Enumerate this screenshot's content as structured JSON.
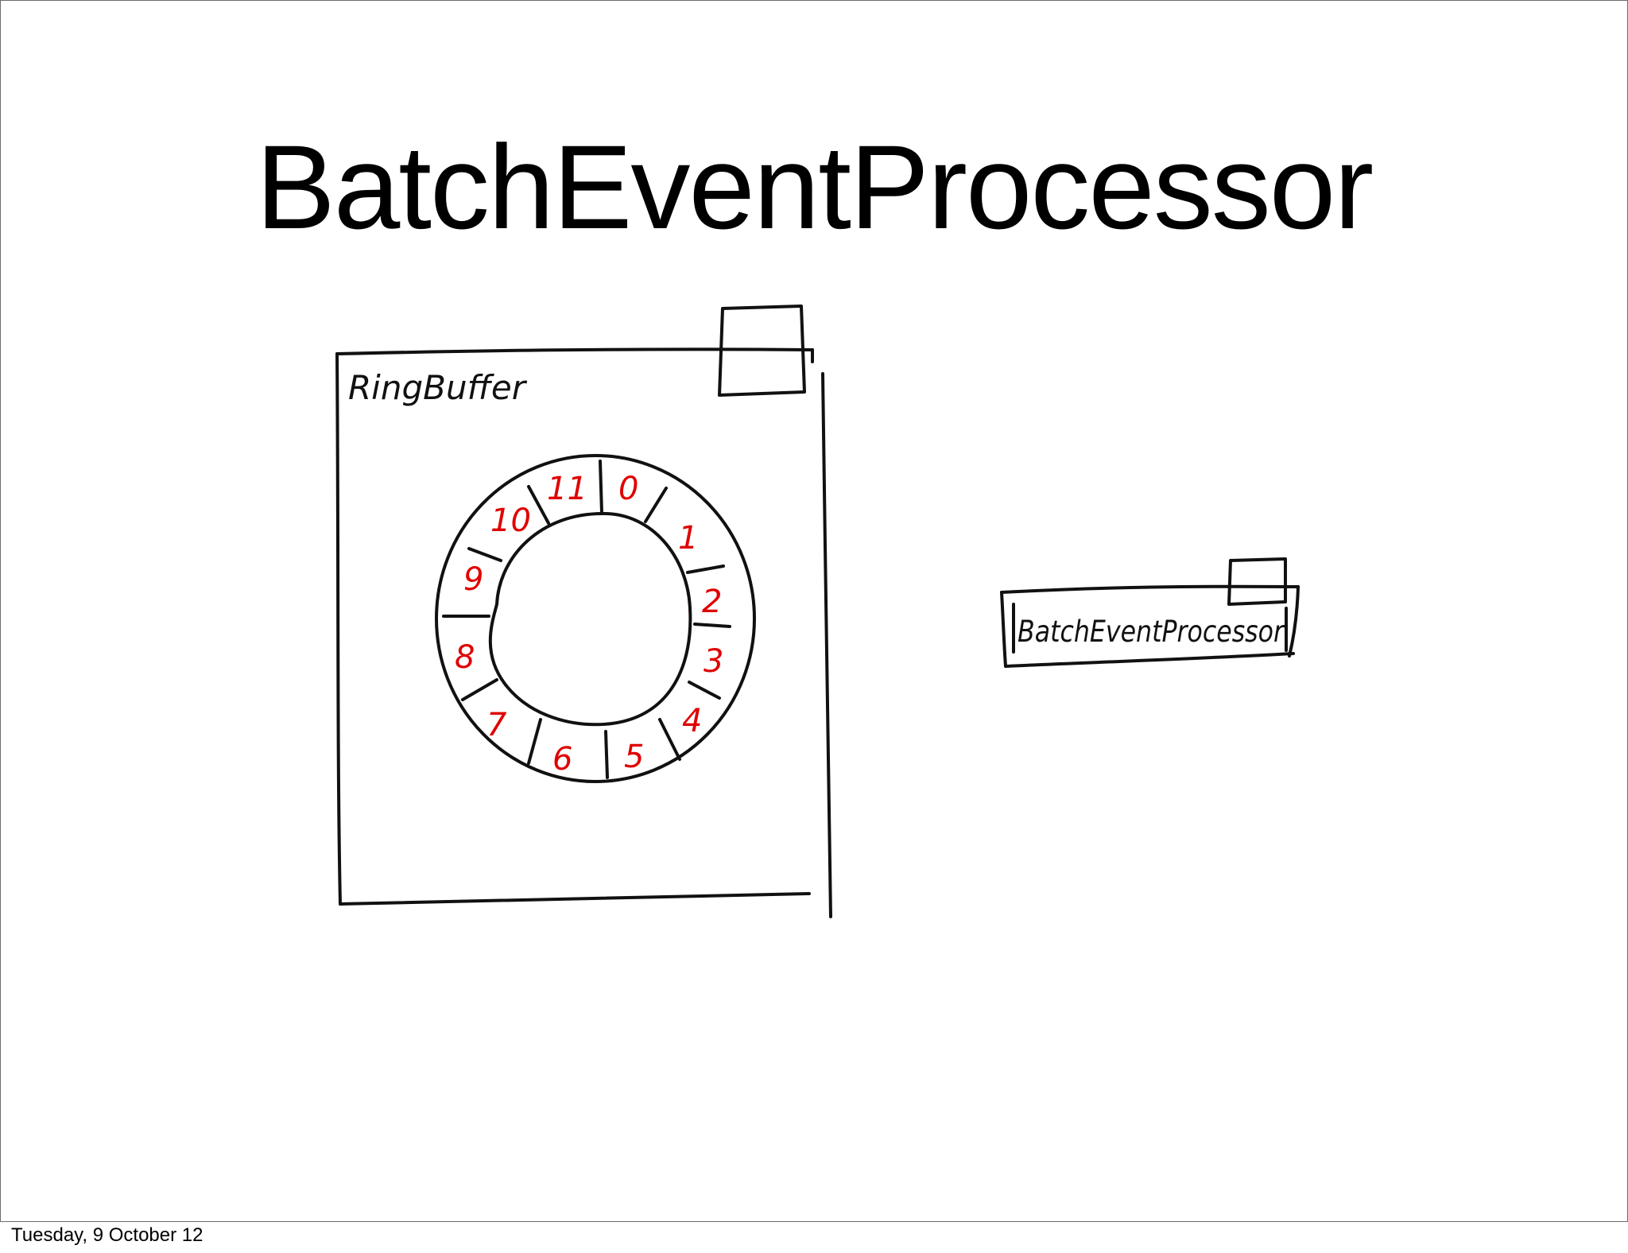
{
  "slide": {
    "title": "BatchEventProcessor",
    "footer": "Tuesday, 9 October 12"
  },
  "diagram": {
    "ring_buffer": {
      "label": "RingBuffer",
      "slots": [
        "0",
        "1",
        "2",
        "3",
        "4",
        "5",
        "6",
        "7",
        "8",
        "9",
        "10",
        "11"
      ]
    },
    "processor": {
      "label": "BatchEventProcessor"
    },
    "colors": {
      "ink": "#111111",
      "slot_numbers": "#e00000"
    }
  }
}
